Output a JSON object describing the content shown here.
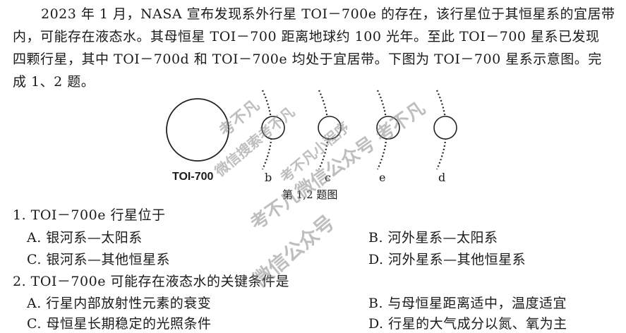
{
  "intro": {
    "line1": "2023 年 1 月，NASA 宣布发现系外行星 TOI－700e 的存在，该行星位于其恒星系的宜居带",
    "line2": "内，可能存在液态水。其母恒星 TOI－700 距离地球约 100 光年。至此 TOI－700 星系已发现",
    "line3": "四颗行星，其中 TOI－700d 和 TOI－700e 均处于宜居带。下图为 TOI－700 星系示意图。完",
    "line4": "成 1、2 题。"
  },
  "diagram": {
    "star_label": "TOI-700",
    "planet_labels": [
      "b",
      "c",
      "e",
      "d"
    ],
    "caption": "第 1,2 题图"
  },
  "questions": [
    {
      "stem": "1. TOI－700e 行星位于",
      "options": [
        "A. 银河系—太阳系",
        "B. 河外星系—太阳系",
        "C. 银河系—其他恒星系",
        "D. 河外星系—其他恒星系"
      ]
    },
    {
      "stem": "2. TOI－700e 可能存在液态水的关键条件是",
      "options": [
        "A. 行星内部放射性元素的衰变",
        "B. 与母恒星距离适中，温度适宜",
        "C. 母恒星长期稳定的光照条件",
        "D. 行星的大气成分以氮、氧为主"
      ]
    }
  ],
  "watermarks": [
    "考不凡",
    "微信搜索考不凡",
    "考不凡小程序",
    "考不凡微信公众号 考不凡",
    "微信公众号"
  ]
}
